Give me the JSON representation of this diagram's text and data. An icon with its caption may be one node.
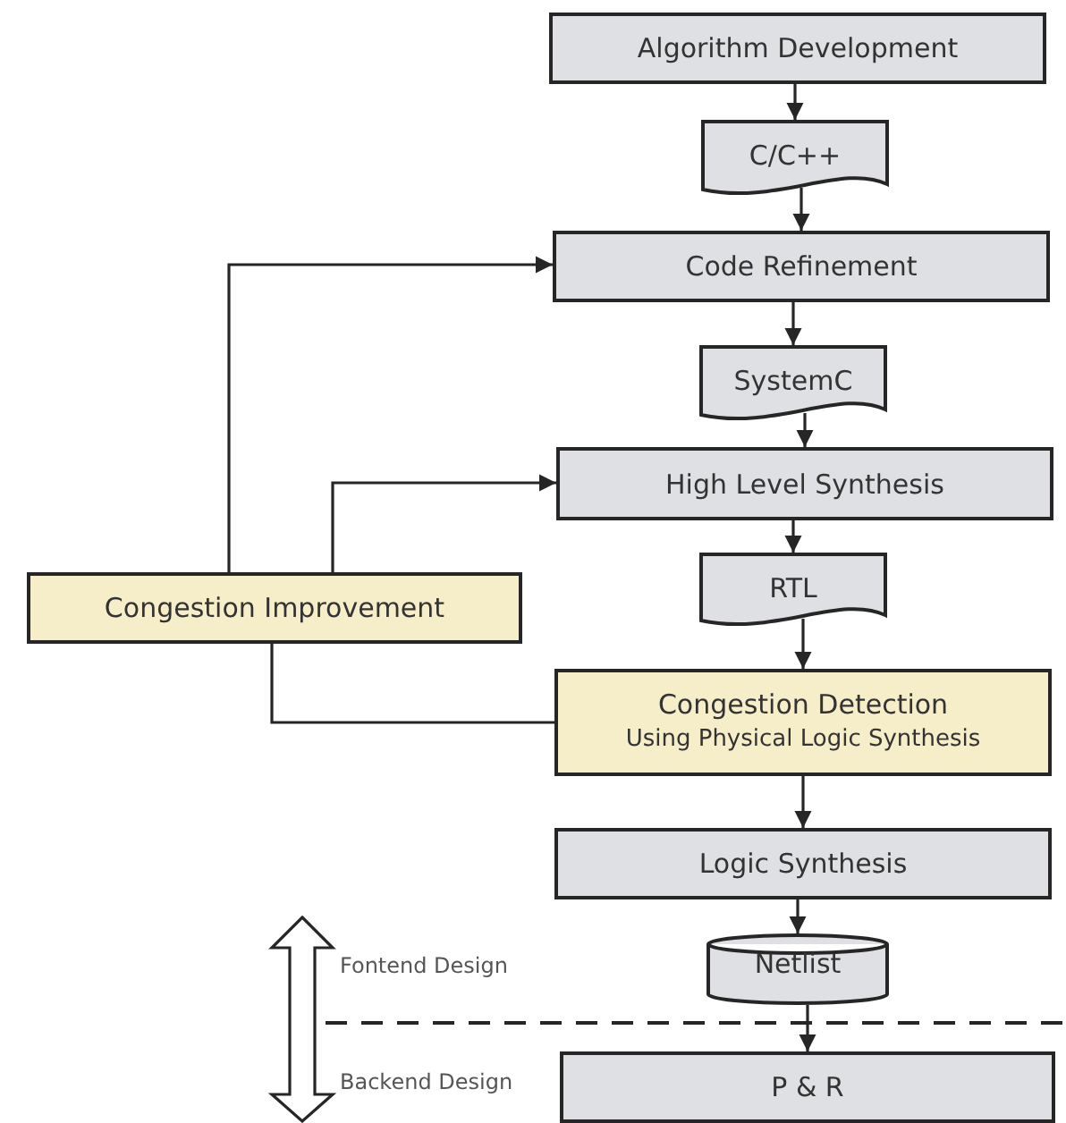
{
  "diagram": {
    "nodes": [
      {
        "text": [
          "Algorithm Development"
        ]
      },
      {
        "text": [
          "C/C++"
        ]
      },
      {
        "text": [
          "Code Refinement"
        ]
      },
      {
        "text": [
          "SystemC"
        ]
      },
      {
        "text": [
          "High Level Synthesis"
        ]
      },
      {
        "text": [
          "RTL"
        ]
      },
      {
        "text": [
          "Congestion Detection",
          "Using Physical Logic Synthesis"
        ]
      },
      {
        "text": [
          "Logic Synthesis"
        ]
      },
      {
        "text": [
          "Netlist"
        ]
      },
      {
        "text": [
          "P & R"
        ]
      },
      {
        "text": [
          "Congestion Improvement"
        ]
      }
    ],
    "edges": [
      {
        "from": 0,
        "to": 1,
        "arrow": "to"
      },
      {
        "from": 1,
        "to": 2,
        "arrow": "to"
      },
      {
        "from": 2,
        "to": 3,
        "arrow": "to"
      },
      {
        "from": 3,
        "to": 4,
        "arrow": "to"
      },
      {
        "from": 4,
        "to": 5,
        "arrow": "to"
      },
      {
        "from": 5,
        "to": 6,
        "arrow": "to"
      },
      {
        "from": 6,
        "to": 7,
        "arrow": "to"
      },
      {
        "from": 7,
        "to": 8,
        "arrow": "to"
      },
      {
        "from": 8,
        "to": 9,
        "arrow": "to"
      },
      {
        "from": 6,
        "to": 10,
        "arrow": "none"
      },
      {
        "from": 10,
        "to": 2,
        "arrow": "to"
      },
      {
        "from": 10,
        "to": 4,
        "arrow": "to"
      }
    ],
    "labels": [
      "Fontend Design",
      "Backend Design"
    ]
  }
}
